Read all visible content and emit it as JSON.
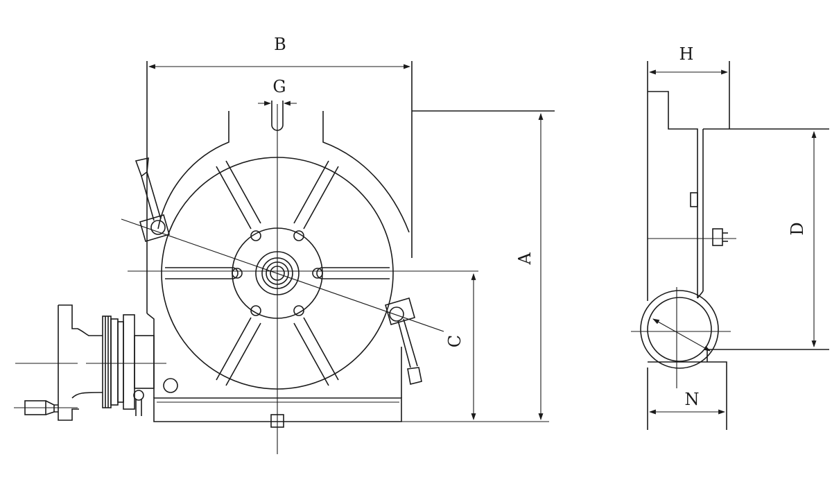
{
  "diagram": {
    "labels": {
      "A": "A",
      "B": "B",
      "C": "C",
      "D": "D",
      "G": "G",
      "H": "H",
      "N": "N"
    }
  }
}
